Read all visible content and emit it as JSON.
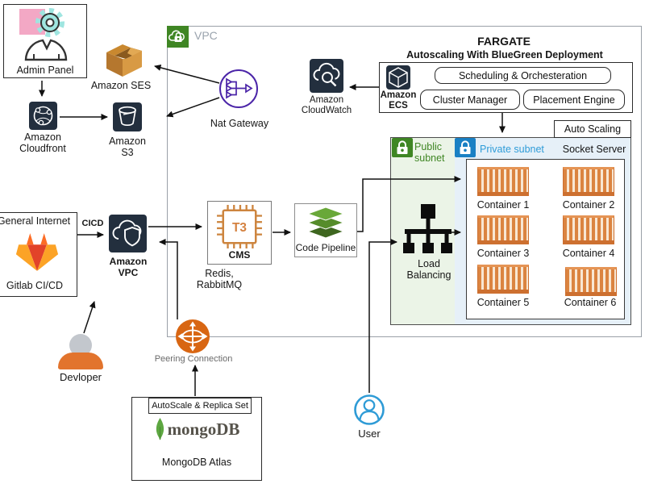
{
  "colors": {
    "aws_dark": "#232f3e",
    "vpc_green": "#3f8624",
    "subnet_green_bg": "#ebf4e7",
    "subnet_blue_bg": "#e6f0f8",
    "private_blue": "#2f9cd8",
    "lock_blue": "#1a80c4",
    "nat_purple": "#4b25a8",
    "peering_orange": "#d86613",
    "container_orange": "#db8440",
    "gitlab_red": "#e24329",
    "gitlab_orange": "#fc6d26",
    "gitlab_yellow": "#fca326",
    "mongo_green": "#5da741",
    "user_blue": "#2e9bd6",
    "pipeline_green": "#5f9a33",
    "chip_orange": "#cd853f"
  },
  "nodes": {
    "admin_panel": {
      "label": "Admin Panel"
    },
    "amazon_ses": {
      "label": "Amazon SES"
    },
    "amazon_cloudfront": {
      "label": "Amazon Cloudfront"
    },
    "amazon_s3": {
      "label": "Amazon S3"
    },
    "vpc": {
      "label": "VPC"
    },
    "nat_gateway": {
      "label": "Nat Gateway"
    },
    "amazon_cloudwatch": {
      "label": "Amazon CloudWatch"
    },
    "amazon_vpc": {
      "label": "Amazon VPC"
    },
    "general_internet": {
      "title": "General Internet",
      "logo_label": "Gitlab CI/CD"
    },
    "cicd_arrow_label": "CICD",
    "cms": {
      "chip_text": "T3",
      "label": "CMS",
      "caption": "Redis, RabbitMQ"
    },
    "code_pipeline": {
      "label": "Code Pipeline"
    },
    "peering_connection": {
      "label": "Peering Connection"
    },
    "mongodb": {
      "badge": "AutoScale & Replica Set",
      "logo_text": "mongoDB",
      "label": "MongoDB Atlas"
    },
    "developer": {
      "label": "Devloper"
    },
    "user": {
      "label": "User"
    },
    "load_balancing": {
      "label": "Load Balancing"
    }
  },
  "fargate": {
    "title": "FARGATE",
    "subtitle": "Autoscaling With BlueGreen Deployment",
    "ecs_label": "Amazon ECS",
    "scheduling": "Scheduling & Orchesteration",
    "cluster_manager": "Cluster Manager",
    "placement_engine": "Placement Engine"
  },
  "subnets": {
    "auto_scaling": "Auto Scaling",
    "socket_server": "Socket Server",
    "public_label": "Public subnet",
    "private_label": "Private subnet",
    "containers": [
      "Container 1",
      "Container 2",
      "Container 3",
      "Container 4",
      "Container 5",
      "Container 6"
    ]
  }
}
